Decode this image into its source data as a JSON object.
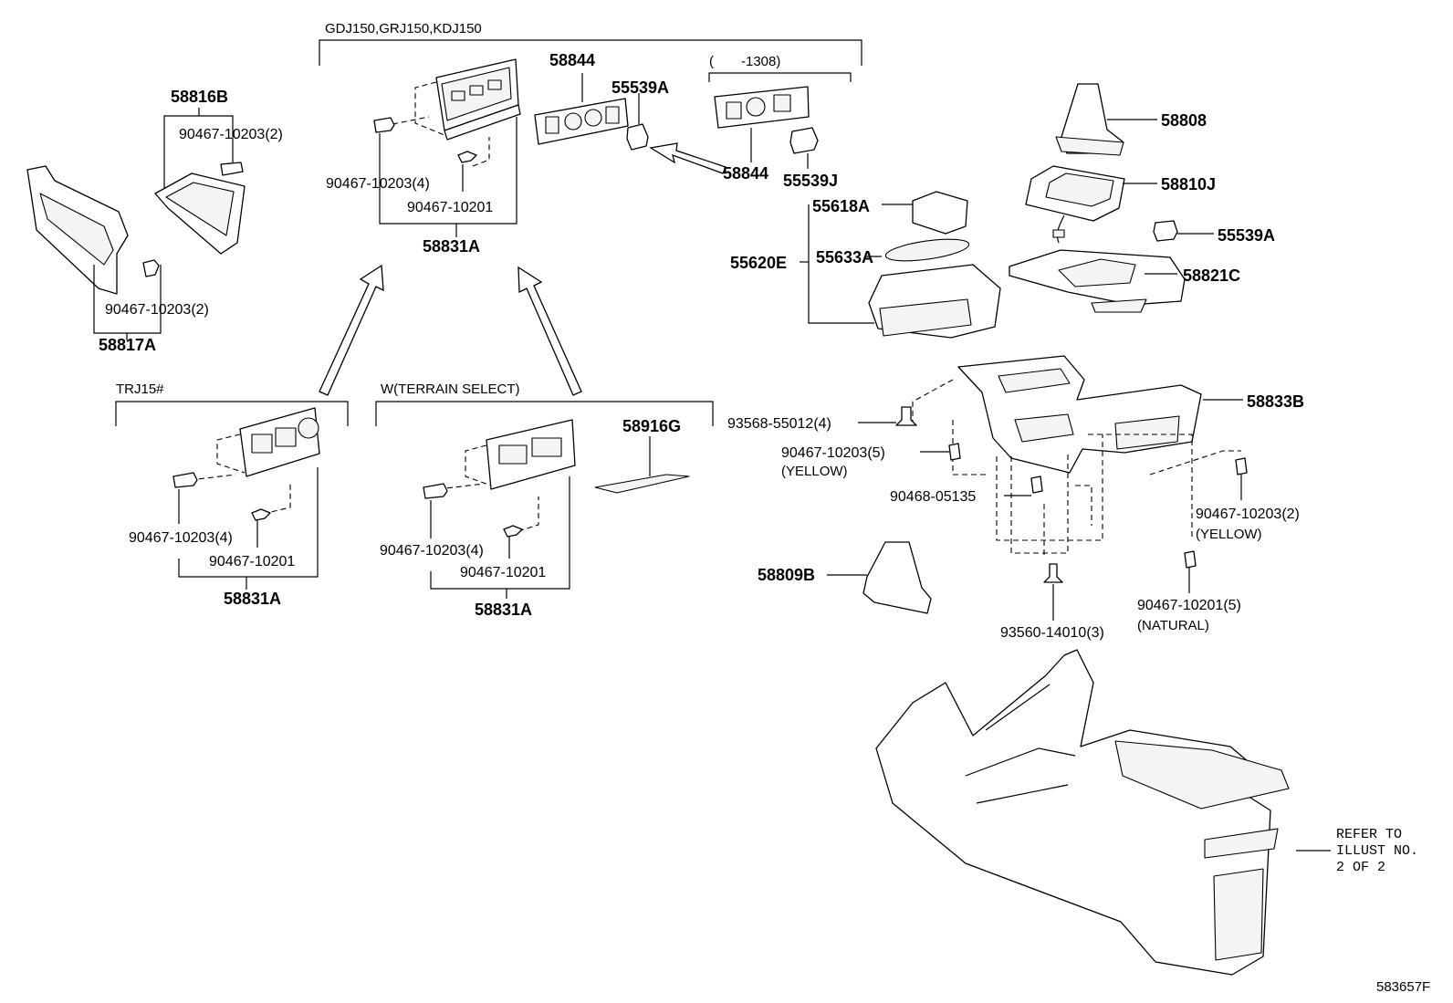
{
  "labels": {
    "variant_gdj": "GDJ150,GRJ150,KDJ150",
    "variant_1308": "(　　-1308)",
    "variant_trj": "TRJ15#",
    "variant_terrain": "W(TERRAIN SELECT)",
    "p58844_a": "58844",
    "p55539A_a": "55539A",
    "p58816B": "58816B",
    "p90467_10203_2_a": "90467-10203(2)",
    "p90467_10203_4_a": "90467-10203(4)",
    "p90467_10201_a": "90467-10201",
    "p58831A_a": "58831A",
    "p58844_b": "58844",
    "p55539J": "55539J",
    "p58808": "58808",
    "p58810J": "58810J",
    "p55618A": "55618A",
    "p55620E": "55620E",
    "p55633A": "55633A",
    "p55539A_b": "55539A",
    "p58821C": "58821C",
    "p90467_10203_2_b": "90467-10203(2)",
    "p58817A": "58817A",
    "p58833B": "58833B",
    "p93568": "93568-55012(4)",
    "p90467_10203_5": "90467-10203(5)",
    "yellow_a": "(YELLOW)",
    "p90468": "90468-05135",
    "p90467_10203_2_c": "90467-10203(2)",
    "yellow_b": "(YELLOW)",
    "p90467_10203_4_b": "90467-10203(4)",
    "p90467_10201_b": "90467-10201",
    "p58831A_b": "58831A",
    "p58916G": "58916G",
    "p90467_10203_4_c": "90467-10203(4)",
    "p90467_10201_c": "90467-10201",
    "p58831A_c": "58831A",
    "p58809B": "58809B",
    "p90467_10201_5": "90467-10201(5)",
    "natural": "(NATURAL)",
    "p93560": "93560-14010(3)",
    "refer_1": "REFER TO",
    "refer_2": "ILLUST NO.",
    "refer_3": "2 OF 2",
    "figure_id": "583657F"
  }
}
